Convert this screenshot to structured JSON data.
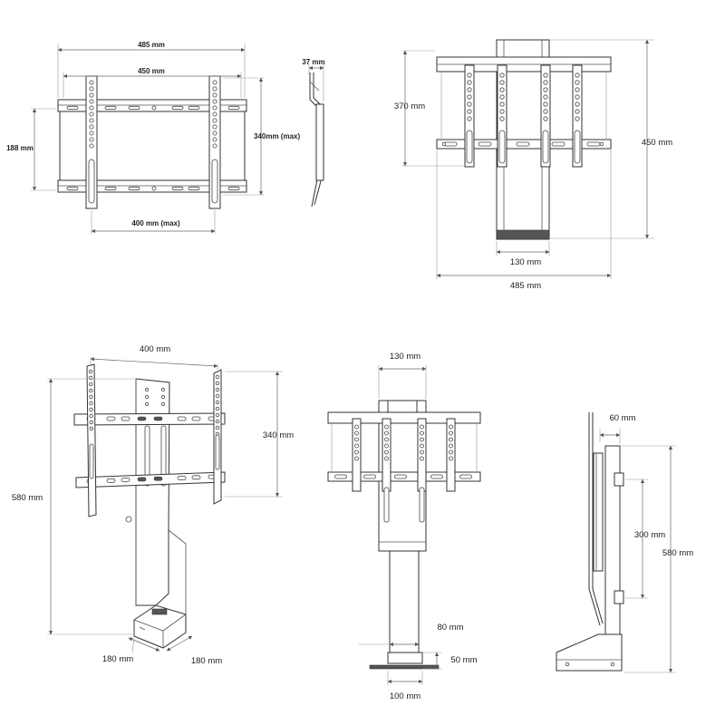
{
  "views": {
    "bracket_front": {
      "width_outer": "485 mm",
      "width_inner": "450 mm",
      "height_inner": "188 mm",
      "height_max": "340mm (max)",
      "vesa_width_max": "400 mm (max)"
    },
    "bracket_side": {
      "depth": "37 mm"
    },
    "lift_top": {
      "height_bracket": "370 mm",
      "height_total": "450 mm",
      "column_width": "130 mm",
      "width_total": "485 mm"
    },
    "lift_iso": {
      "width": "400  mm",
      "bracket_height": "340 mm",
      "total_height": "580 mm",
      "base_depth": "180 mm",
      "base_width": "180 mm"
    },
    "lift_front": {
      "column_width": "130  mm",
      "base_depth": "80  mm",
      "plate_thickness": "50  mm",
      "base_width": "100  mm"
    },
    "lift_side": {
      "offset": "60  mm",
      "stroke": "300  mm",
      "total_height": "580  mm"
    }
  },
  "colors": {
    "line": "#333333",
    "dimension": "#666666",
    "base_band": "#555555"
  }
}
